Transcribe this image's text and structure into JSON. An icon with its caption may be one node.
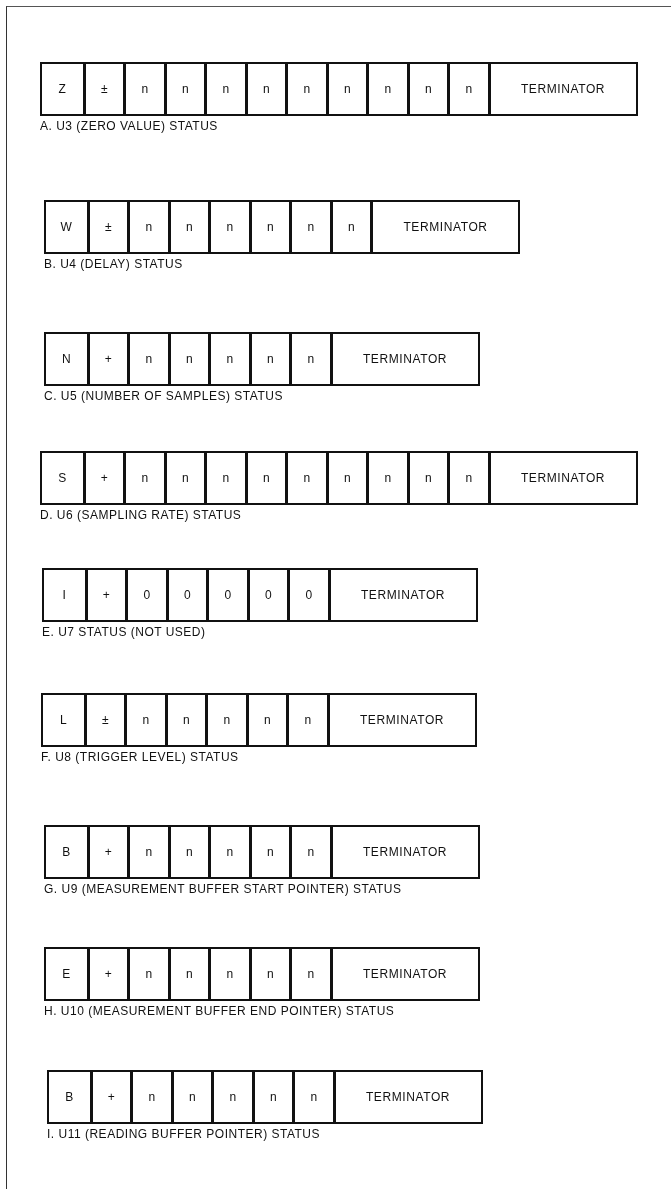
{
  "diagram": {
    "nodes": [
      {
        "text": [
          "A. U3 (ZERO VALUE) STATUS"
        ]
      },
      {
        "text": [
          "Z"
        ],
        "in": 0
      },
      {
        "text": [
          "±"
        ],
        "in": 0
      },
      {
        "text": [
          "n"
        ],
        "in": 0
      },
      {
        "text": [
          "n"
        ],
        "in": 0
      },
      {
        "text": [
          "n"
        ],
        "in": 0
      },
      {
        "text": [
          "n"
        ],
        "in": 0
      },
      {
        "text": [
          "n"
        ],
        "in": 0
      },
      {
        "text": [
          "n"
        ],
        "in": 0
      },
      {
        "text": [
          "n"
        ],
        "in": 0
      },
      {
        "text": [
          "n"
        ],
        "in": 0
      },
      {
        "text": [
          "n"
        ],
        "in": 0
      },
      {
        "text": [
          "TERMINATOR"
        ],
        "in": 0
      },
      {
        "text": [
          "B. U4 (DELAY) STATUS"
        ]
      },
      {
        "text": [
          "W"
        ],
        "in": 13
      },
      {
        "text": [
          "±"
        ],
        "in": 13
      },
      {
        "text": [
          "n"
        ],
        "in": 13
      },
      {
        "text": [
          "n"
        ],
        "in": 13
      },
      {
        "text": [
          "n"
        ],
        "in": 13
      },
      {
        "text": [
          "n"
        ],
        "in": 13
      },
      {
        "text": [
          "n"
        ],
        "in": 13
      },
      {
        "text": [
          "n"
        ],
        "in": 13
      },
      {
        "text": [
          "TERMINATOR"
        ],
        "in": 13
      },
      {
        "text": [
          "C. U5 (NUMBER OF SAMPLES) STATUS"
        ]
      },
      {
        "text": [
          "N"
        ],
        "in": 23
      },
      {
        "text": [
          "+"
        ],
        "in": 23
      },
      {
        "text": [
          "n"
        ],
        "in": 23
      },
      {
        "text": [
          "n"
        ],
        "in": 23
      },
      {
        "text": [
          "n"
        ],
        "in": 23
      },
      {
        "text": [
          "n"
        ],
        "in": 23
      },
      {
        "text": [
          "n"
        ],
        "in": 23
      },
      {
        "text": [
          "TERMINATOR"
        ],
        "in": 23
      },
      {
        "text": [
          "D. U6 (SAMPLING RATE) STATUS"
        ]
      },
      {
        "text": [
          "S"
        ],
        "in": 32
      },
      {
        "text": [
          "+"
        ],
        "in": 32
      },
      {
        "text": [
          "n"
        ],
        "in": 32
      },
      {
        "text": [
          "n"
        ],
        "in": 32
      },
      {
        "text": [
          "n"
        ],
        "in": 32
      },
      {
        "text": [
          "n"
        ],
        "in": 32
      },
      {
        "text": [
          "n"
        ],
        "in": 32
      },
      {
        "text": [
          "n"
        ],
        "in": 32
      },
      {
        "text": [
          "n"
        ],
        "in": 32
      },
      {
        "text": [
          "n"
        ],
        "in": 32
      },
      {
        "text": [
          "n"
        ],
        "in": 32
      },
      {
        "text": [
          "TERMINATOR"
        ],
        "in": 32
      },
      {
        "text": [
          "E. U7 STATUS (NOT USED)"
        ]
      },
      {
        "text": [
          "I"
        ],
        "in": 45
      },
      {
        "text": [
          "+"
        ],
        "in": 45
      },
      {
        "text": [
          "0"
        ],
        "in": 45
      },
      {
        "text": [
          "0"
        ],
        "in": 45
      },
      {
        "text": [
          "0"
        ],
        "in": 45
      },
      {
        "text": [
          "0"
        ],
        "in": 45
      },
      {
        "text": [
          "0"
        ],
        "in": 45
      },
      {
        "text": [
          "TERMINATOR"
        ],
        "in": 45
      },
      {
        "text": [
          "F. U8 (TRIGGER LEVEL) STATUS"
        ]
      },
      {
        "text": [
          "L"
        ],
        "in": 54
      },
      {
        "text": [
          "±"
        ],
        "in": 54
      },
      {
        "text": [
          "n"
        ],
        "in": 54
      },
      {
        "text": [
          "n"
        ],
        "in": 54
      },
      {
        "text": [
          "n"
        ],
        "in": 54
      },
      {
        "text": [
          "n"
        ],
        "in": 54
      },
      {
        "text": [
          "n"
        ],
        "in": 54
      },
      {
        "text": [
          "TERMINATOR"
        ],
        "in": 54
      },
      {
        "text": [
          "G. U9 (MEASUREMENT BUFFER START POINTER) STATUS"
        ]
      },
      {
        "text": [
          "B"
        ],
        "in": 63
      },
      {
        "text": [
          "+"
        ],
        "in": 63
      },
      {
        "text": [
          "n"
        ],
        "in": 63
      },
      {
        "text": [
          "n"
        ],
        "in": 63
      },
      {
        "text": [
          "n"
        ],
        "in": 63
      },
      {
        "text": [
          "n"
        ],
        "in": 63
      },
      {
        "text": [
          "n"
        ],
        "in": 63
      },
      {
        "text": [
          "TERMINATOR"
        ],
        "in": 63
      },
      {
        "text": [
          "H. U10 (MEASUREMENT BUFFER END POINTER) STATUS"
        ]
      },
      {
        "text": [
          "E"
        ],
        "in": 72
      },
      {
        "text": [
          "+"
        ],
        "in": 72
      },
      {
        "text": [
          "n"
        ],
        "in": 72
      },
      {
        "text": [
          "n"
        ],
        "in": 72
      },
      {
        "text": [
          "n"
        ],
        "in": 72
      },
      {
        "text": [
          "n"
        ],
        "in": 72
      },
      {
        "text": [
          "n"
        ],
        "in": 72
      },
      {
        "text": [
          "TERMINATOR"
        ],
        "in": 72
      },
      {
        "text": [
          "I. U11 (READING BUFFER POINTER) STATUS"
        ]
      },
      {
        "text": [
          "B"
        ],
        "in": 81
      },
      {
        "text": [
          "+"
        ],
        "in": 81
      },
      {
        "text": [
          "n"
        ],
        "in": 81
      },
      {
        "text": [
          "n"
        ],
        "in": 81
      },
      {
        "text": [
          "n"
        ],
        "in": 81
      },
      {
        "text": [
          "n"
        ],
        "in": 81
      },
      {
        "text": [
          "n"
        ],
        "in": 81
      },
      {
        "text": [
          "TERMINATOR"
        ],
        "in": 81
      }
    ]
  }
}
